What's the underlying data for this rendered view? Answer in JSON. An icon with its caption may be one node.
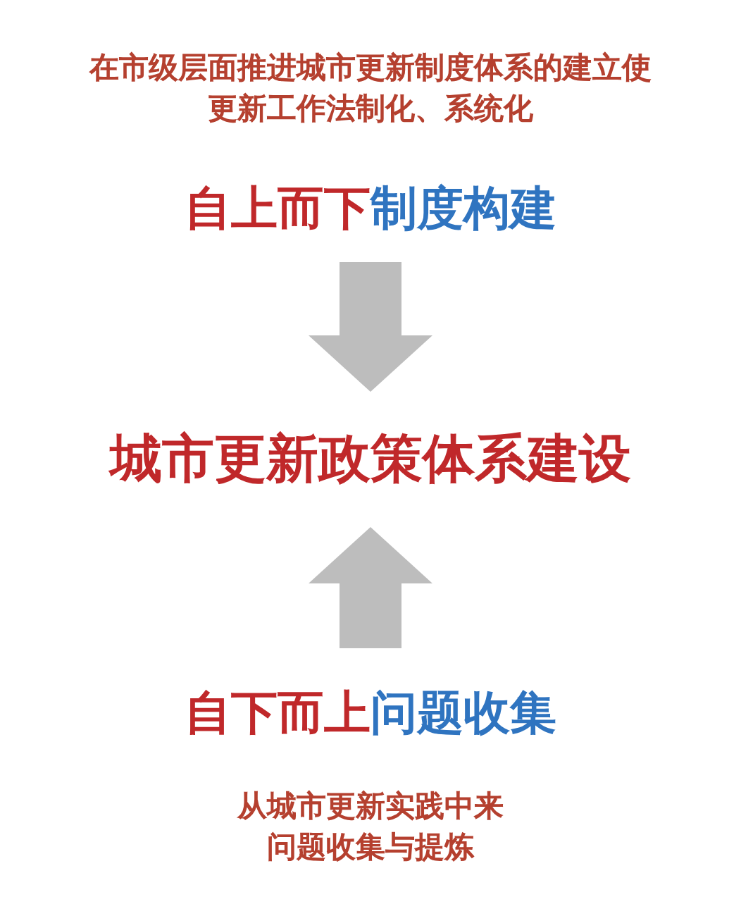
{
  "diagram": {
    "nodes": [
      {
        "text": [
          "自上而下",
          "制度构建"
        ],
        "beside": [
          "在市级层面推进城市更新制度体系的建立使更新工作法制化、系统化"
        ]
      },
      {
        "text": [
          "城市更新政策体系建设"
        ]
      },
      {
        "text": [
          "自下而上",
          "问题收集"
        ],
        "beside": [
          "从城市更新实践中来问题收集与提炼"
        ]
      }
    ],
    "edges": [
      {
        "from": 0,
        "to": 1,
        "arrow": "to"
      },
      {
        "from": 2,
        "to": 1,
        "arrow": "to"
      }
    ]
  }
}
